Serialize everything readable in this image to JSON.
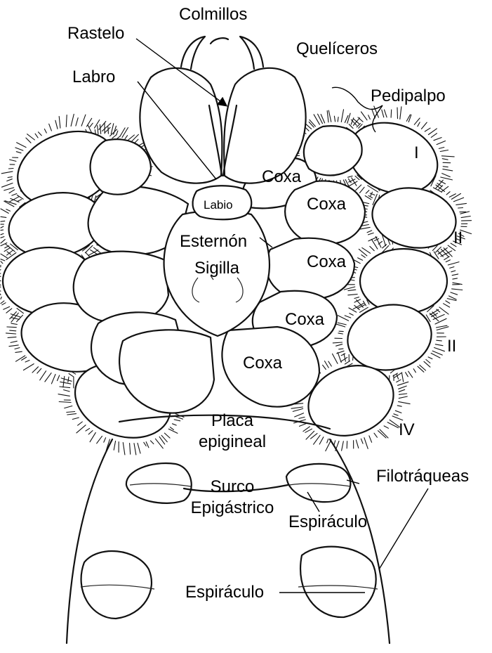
{
  "labels": {
    "colmillos": "Colmillos",
    "rastelo": "Rastelo",
    "queliceros": "Quelíceros",
    "labro": "Labro",
    "pedipalpo": "Pedipalpo",
    "leg_1": "I",
    "coxa_a": "Coxa",
    "coxa_b": "Coxa",
    "labio": "Labio",
    "leg_2": "II",
    "esternon": "Esternón",
    "coxa_c": "Coxa",
    "sigilla": "Sigilla",
    "coxa_d": "Coxa",
    "leg_3": "II",
    "coxa_e": "Coxa",
    "placa_line1": "Placa",
    "placa_line2": "epigineal",
    "leg_4": "IV",
    "filotraqueas": "Filotráqueas",
    "surco_line1": "Surco",
    "surco_line2": "Epigástrico",
    "espiraculo_upper": "Espiráculo",
    "espiraculo_lower": "Espiráculo"
  }
}
